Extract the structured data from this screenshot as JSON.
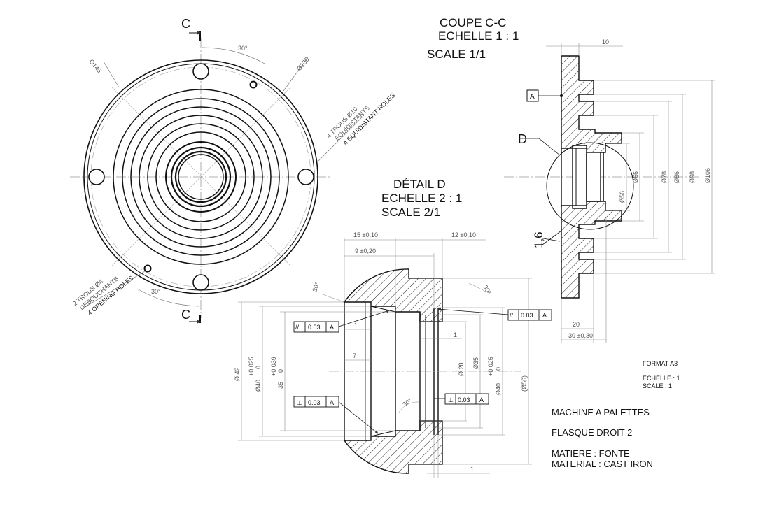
{
  "drawing": {
    "section": {
      "title": "COUPE C-C",
      "scale_fr": "ECHELLE 1 : 1",
      "scale_en": "SCALE 1/1"
    },
    "detail": {
      "title": "DÉTAIL D",
      "scale_fr": "ECHELLE 2 : 1",
      "scale_en": "SCALE 2/1"
    },
    "front_view": {
      "cut_label_top": "C",
      "cut_label_bottom": "C",
      "dia_145": "Ø145",
      "dia_130": "Ø130",
      "angle_top": "30°",
      "angle_bottom": "30°",
      "holes_fr_1": "4 TROUS Ø10",
      "holes_fr_2": "EQUIDISTANTS",
      "holes_en": "4 EQUIDISTANT HOLES",
      "open_fr_1": "2 TROUS Ø4",
      "open_fr_2": "DEBOUCHANTS",
      "open_en": "4 OPENING HOLES"
    },
    "section_view": {
      "datum": "A",
      "detail_label": "D",
      "dim_10": "10",
      "dim_20": "20",
      "dim_30": "30 ±0,30",
      "roughness": "1,6",
      "dia_56": "Ø56",
      "dia_66": "Ø66",
      "dia_78": "Ø78",
      "dia_86": "Ø86",
      "dia_98": "Ø98",
      "dia_106": "Ø106"
    },
    "detail_view": {
      "dim_15": "15 ±0,10",
      "dim_12": "12 ±0,10",
      "dim_9": "9 ±0,20",
      "angle_30_a": "30°",
      "angle_30_b": "30°",
      "angle_30_c": "30°",
      "dim_1_a": "1",
      "dim_1_b": "1",
      "dim_1_c": "1",
      "dim_7": "7",
      "dia_42": "Ø 42",
      "dia_40_a": "Ø40",
      "tol_40_a": "+0,025",
      "tol_40_a0": "0",
      "dia_35": "35",
      "tol_35": "+0,039",
      "tol_35_0": "0",
      "dia_28": "Ø 28",
      "dia_35b": "Ø35",
      "dia_40_b": "Ø40",
      "tol_40_b": "+0,025",
      "tol_40_b0": "0",
      "dia_56_ref": "(Ø56)",
      "gdt_parallel_sym": "//",
      "gdt_parallel_val": "0.03",
      "gdt_parallel_ref": "A",
      "gdt_perp_sym": "⊥",
      "gdt_perp_val": "0.03",
      "gdt_perp_ref": "A",
      "gdt_parallel2_sym": "//",
      "gdt_parallel2_val": "0.03",
      "gdt_parallel2_ref": "A",
      "gdt_perp2_sym": "⊥",
      "gdt_perp2_val": "0.03",
      "gdt_perp2_ref": "A"
    },
    "title_block": {
      "format": "FORMAT A3",
      "scale_fr": "ECHELLE : 1",
      "scale_en": "SCALE : 1",
      "machine": "MACHINE A PALETTES",
      "part": "FLASQUE DROIT 2",
      "material_fr": "MATIERE : FONTE",
      "material_en": "MATERIAL : CAST IRON"
    }
  }
}
